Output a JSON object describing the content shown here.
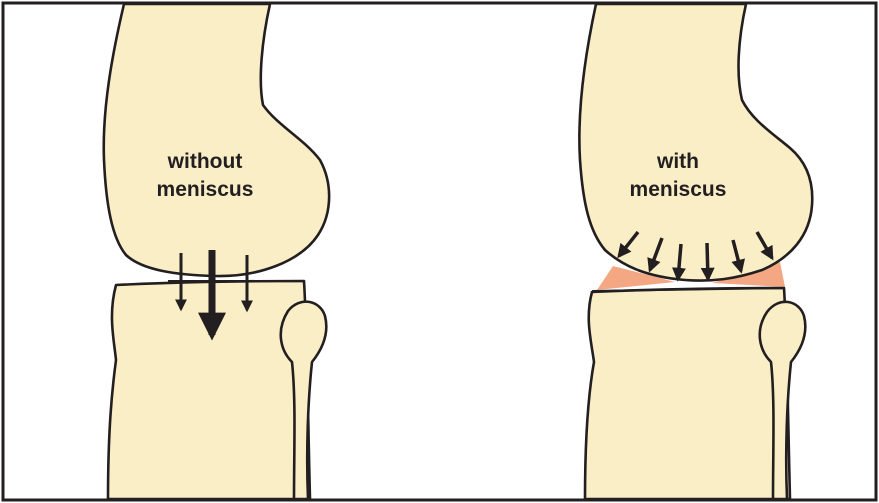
{
  "colors": {
    "bone": "#faeec7",
    "outline": "#231f20",
    "meniscus": "#f4a783",
    "arrow": "#231f20",
    "frame": "#231f20"
  },
  "panels": {
    "left": {
      "label_line1": "without",
      "label_line2": "meniscus"
    },
    "right": {
      "label_line1": "with",
      "label_line2": "meniscus"
    }
  }
}
